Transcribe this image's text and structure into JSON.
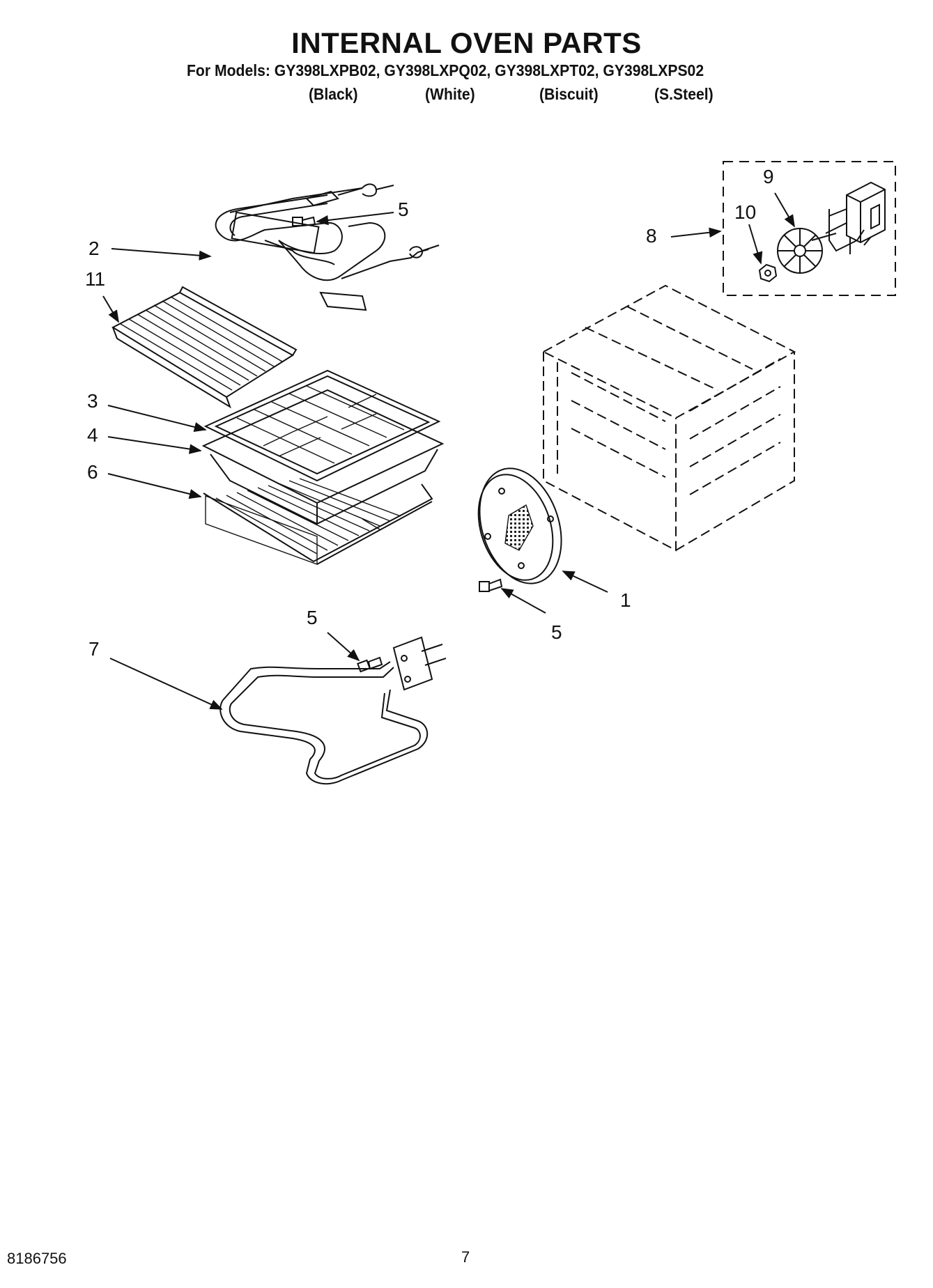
{
  "title": "INTERNAL OVEN PARTS",
  "models_line": "For Models: GY398LXPB02, GY398LXPQ02, GY398LXPT02, GY398LXPS02",
  "colors": [
    "(Black)",
    "(White)",
    "(Biscuit)",
    "(S.Steel)"
  ],
  "callouts": {
    "c1": "1",
    "c2": "2",
    "c3": "3",
    "c4": "4",
    "c5a": "5",
    "c5b": "5",
    "c5c": "5",
    "c6": "6",
    "c7": "7",
    "c8": "8",
    "c9": "9",
    "c10": "10",
    "c11": "11"
  },
  "footer": {
    "doc_number": "8186756",
    "page_number": "7"
  }
}
